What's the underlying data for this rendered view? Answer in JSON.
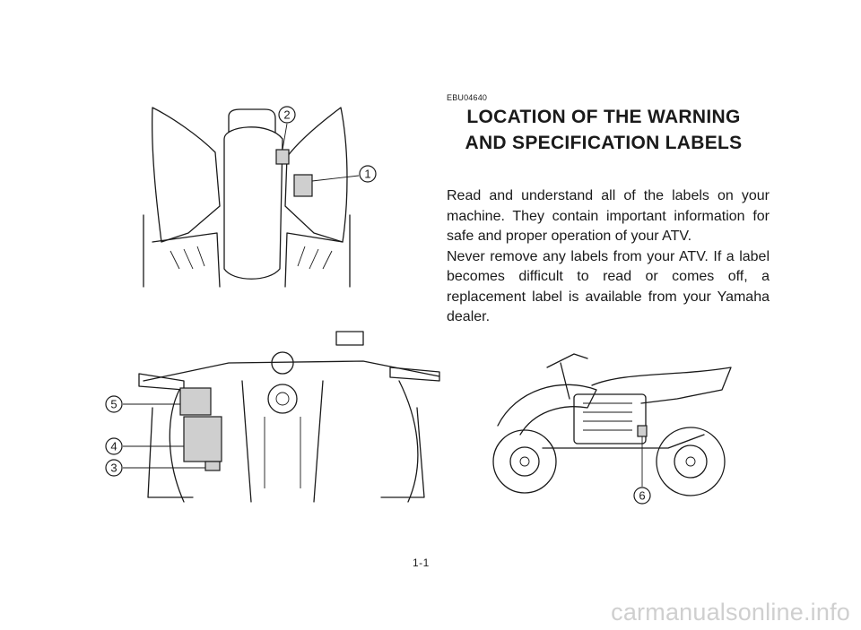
{
  "doc": {
    "code": "EBU04640",
    "title_line1": "LOCATION OF THE WARNING",
    "title_line2": "AND SPECIFICATION LABELS",
    "para1": "Read and understand all of the labels on your machine. They contain important information for safe and proper operation of your ATV.",
    "para2": "Never remove any labels from your ATV. If a label becomes difficult to read or comes off, a replacement label is available from your Yamaha dealer.",
    "page_number": "1-1",
    "watermark": "carmanualsonline.info"
  },
  "callouts": {
    "c1": "1",
    "c2": "2",
    "c3": "3",
    "c4": "4",
    "c5": "5",
    "c6": "6"
  }
}
